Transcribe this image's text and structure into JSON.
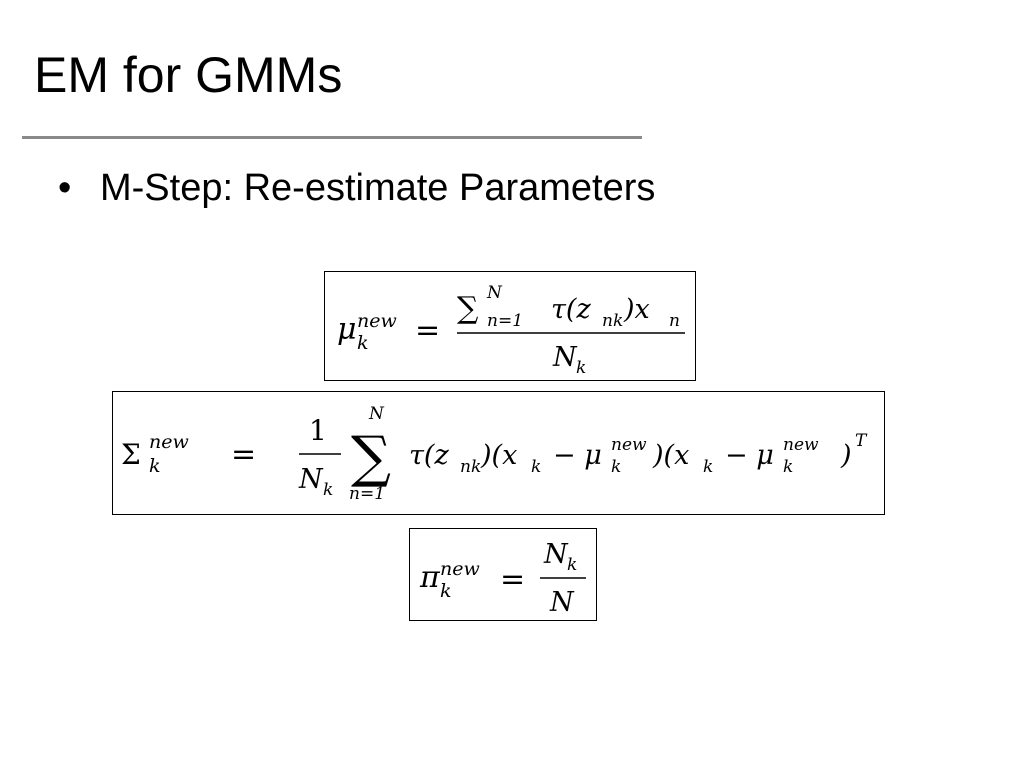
{
  "slide": {
    "title": "EM for GMMs",
    "bullet_marker": "•",
    "bullet_text": "M-Step: Re-estimate Parameters"
  },
  "equations": {
    "mu_update": {
      "lhs_symbol": "μ",
      "lhs_subscript": "k",
      "lhs_superscript": "new",
      "equals": "=",
      "numerator_sum": "∑",
      "numerator_sum_upper": "N",
      "numerator_sum_lower": "n=1",
      "numerator_term_tau": "τ(z",
      "numerator_term_tau_sub": "nk",
      "numerator_term_x": ")x",
      "numerator_term_x_sub": "n",
      "denominator": "N",
      "denominator_sub": "k"
    },
    "sigma_update": {
      "lhs_symbol": "Σ",
      "lhs_subscript": "k",
      "lhs_superscript": "new",
      "equals": "=",
      "frac_num": "1",
      "frac_den": "N",
      "frac_den_sub": "k",
      "sum_symbol": "∑",
      "sum_upper": "N",
      "sum_lower": "n=1",
      "tau": "τ(z",
      "tau_sub": "nk",
      "part1": ")(x",
      "x1_sub": "k",
      "minus1": "− μ",
      "mu1_sub": "k",
      "mu1_sup": "new",
      "part2": ")(x",
      "x2_sub": "k",
      "minus2": "− μ",
      "mu2_sub": "k",
      "mu2_sup": "new",
      "close": ")",
      "transpose": "T"
    },
    "pi_update": {
      "lhs_symbol": "π",
      "lhs_subscript": "k",
      "lhs_superscript": "new",
      "equals": "=",
      "numerator": "N",
      "numerator_sub": "k",
      "denominator": "N"
    }
  }
}
